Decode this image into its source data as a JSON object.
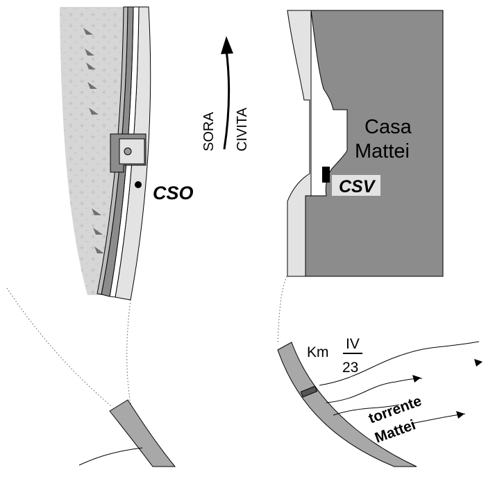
{
  "labels": {
    "building": [
      "Casa",
      "Mattei"
    ],
    "station_cso": "CSO",
    "station_csv": "CSV",
    "direction_top": "SORA",
    "direction_bottom": "CIVITA",
    "km_prefix": "Km",
    "km_numerator": "IV",
    "km_denominator": "23",
    "stream": [
      "torrente",
      "Mattei"
    ]
  },
  "colors": {
    "dark_grey": "#8c8c8c",
    "mid_grey": "#a8a8a8",
    "light_grey": "#e3e3e3",
    "hatch_grey": "#d9d9d9",
    "black": "#000000"
  }
}
